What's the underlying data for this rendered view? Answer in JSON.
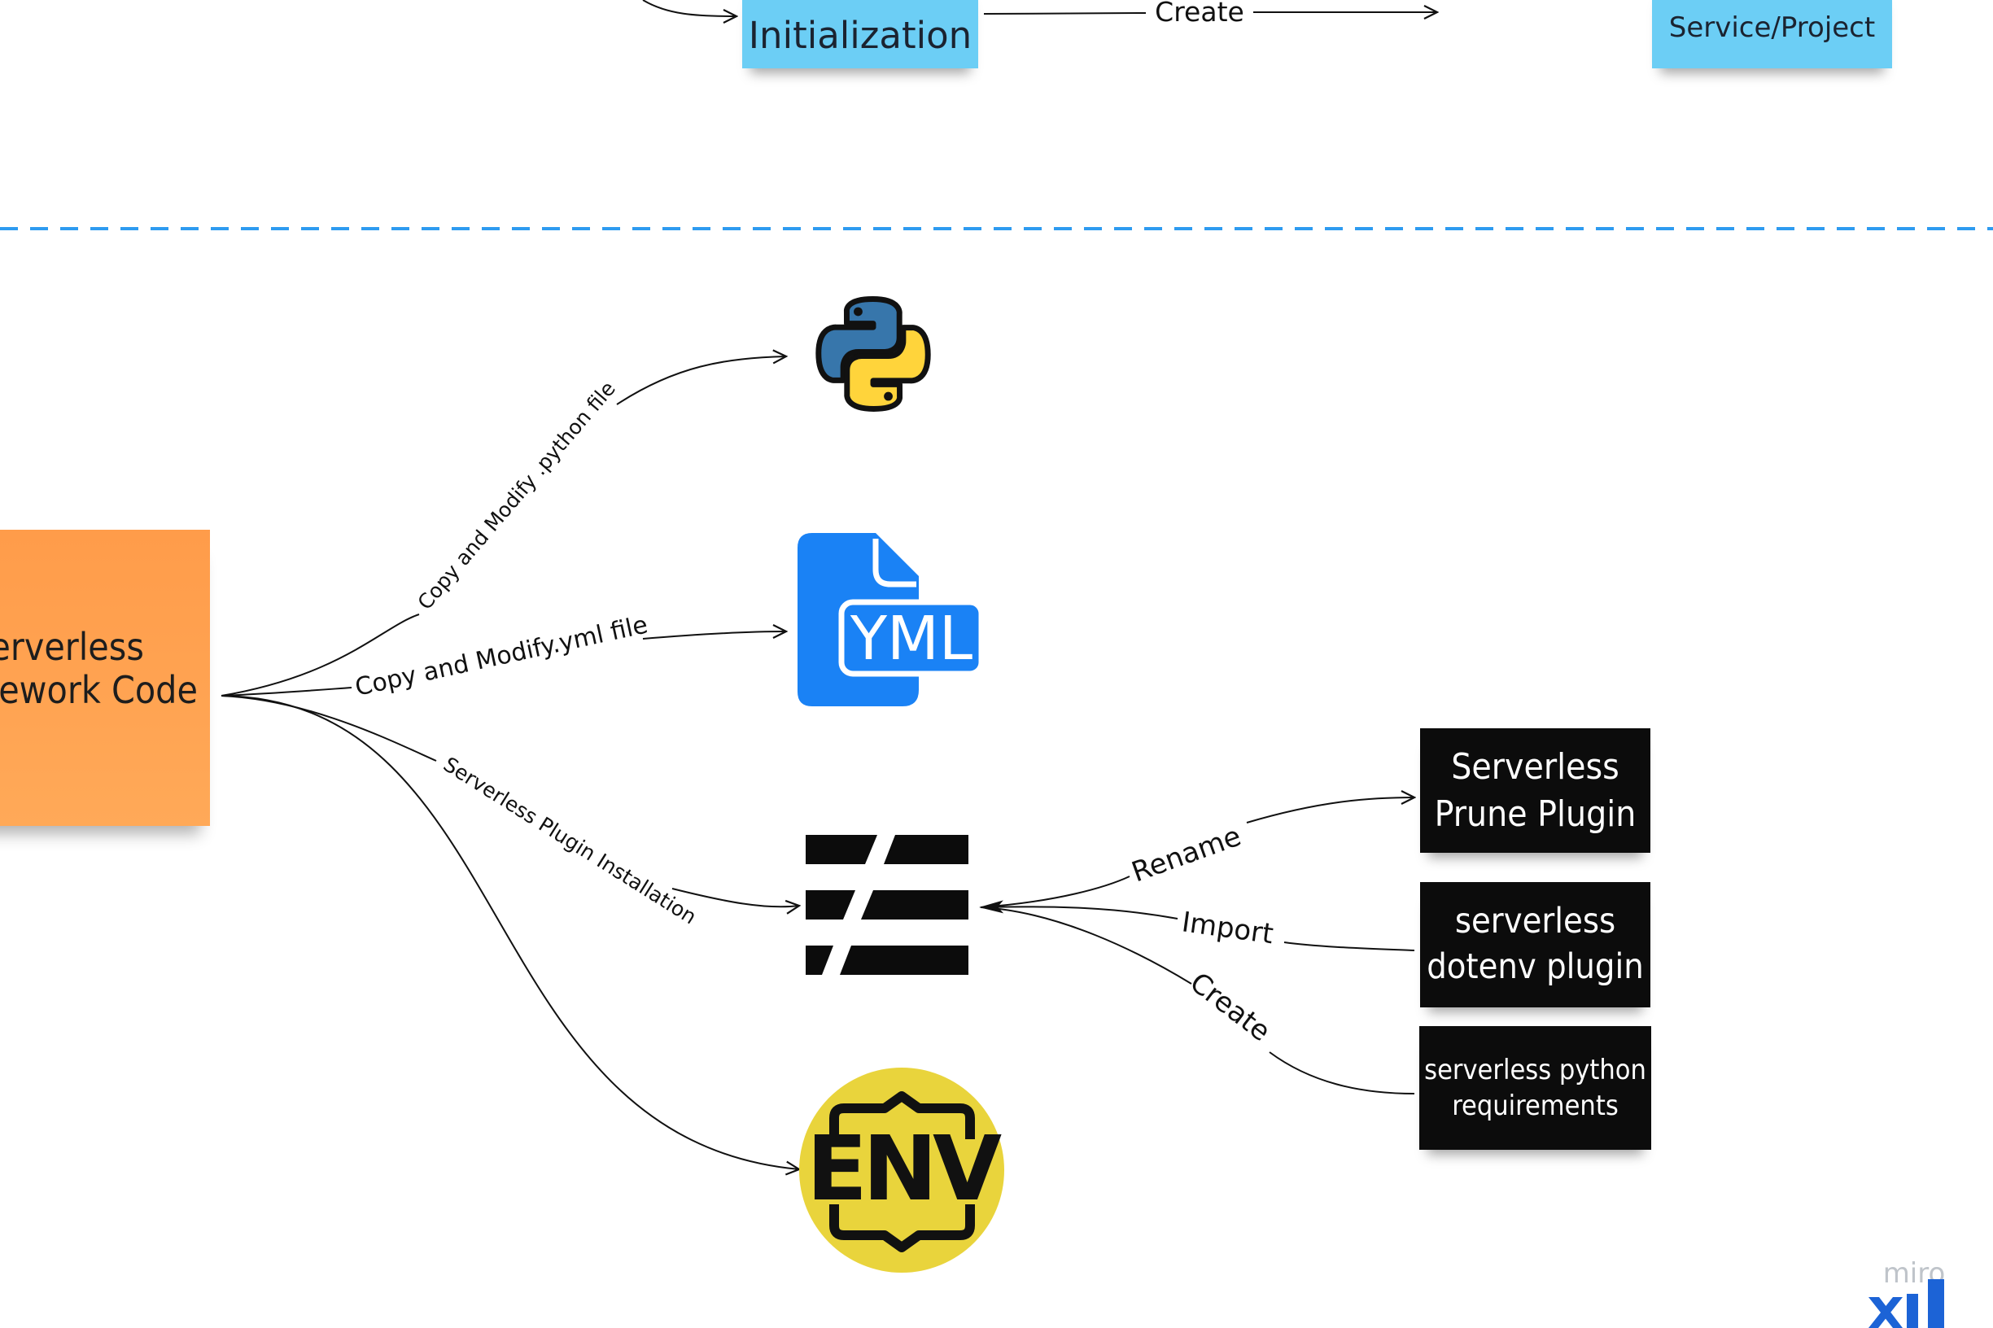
{
  "nodes": {
    "initialization": "Initialization",
    "service_project": "Service/Project",
    "framework_code": [
      "Serverless",
      "Framework Code"
    ],
    "prune_plugin": [
      "Serverless",
      "Prune Plugin"
    ],
    "dotenv_plugin": [
      "serverless",
      "dotenv plugin"
    ],
    "python_requirements": [
      "serverless python",
      "requirements"
    ]
  },
  "edges": {
    "top_create": "Create",
    "copy_python": "Copy and Modify .python file",
    "copy_yml": "Copy and Modify.yml file",
    "plugin_installation": "Serverless Plugin Installation",
    "rename": "Rename",
    "import": "Import",
    "create": "Create"
  },
  "icons": {
    "python": "python-logo-icon",
    "yml": "yml-file-icon",
    "serverless": "serverless-framework-icon",
    "env": "env-file-icon",
    "env_text": "ENV",
    "yml_text": "YML"
  },
  "watermark": "miro",
  "colors": {
    "divider": "#2e9bf0",
    "sticky_blue": "#6ccef5",
    "sticky_orange": "#ffa24f",
    "sticky_black": "#0c0c0c",
    "python_blue": "#3776ab",
    "python_yellow": "#ffd43b",
    "yml_blue": "#1a82f5",
    "env_yellow": "#e9d43c"
  }
}
